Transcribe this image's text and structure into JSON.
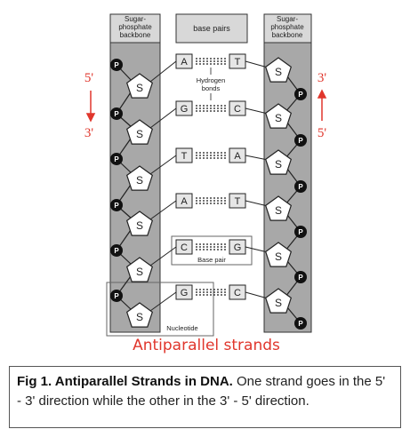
{
  "diagram": {
    "header_left": [
      "Sugar-",
      "phosphate",
      "backbone"
    ],
    "header_center": "base pairs",
    "header_right": [
      "Sugar-",
      "phosphate",
      "backbone"
    ],
    "left_direction": {
      "top": "5'",
      "bottom": "3'"
    },
    "right_direction": {
      "top": "3'",
      "bottom": "5'"
    },
    "phosphate_label": "P",
    "sugar_label": "S",
    "base_pairs": [
      {
        "left": "A",
        "right": "T"
      },
      {
        "left": "G",
        "right": "C"
      },
      {
        "left": "T",
        "right": "A"
      },
      {
        "left": "A",
        "right": "T"
      },
      {
        "left": "C",
        "right": "G"
      },
      {
        "left": "G",
        "right": "C"
      }
    ],
    "hydrogen_bonds_label": [
      "Hydrogen",
      "bonds"
    ],
    "base_pair_label": "Base pair",
    "nucleotide_label": "Nucleotide",
    "title": "Antiparallel strands",
    "accent_color": "#e0362c",
    "backbone_color": "#a8a8a8"
  },
  "caption": {
    "bold": "Fig 1. Antiparallel Strands in DNA.",
    "text": " One strand goes in the 5' - 3' direction while the other in the 3' - 5' direction."
  }
}
